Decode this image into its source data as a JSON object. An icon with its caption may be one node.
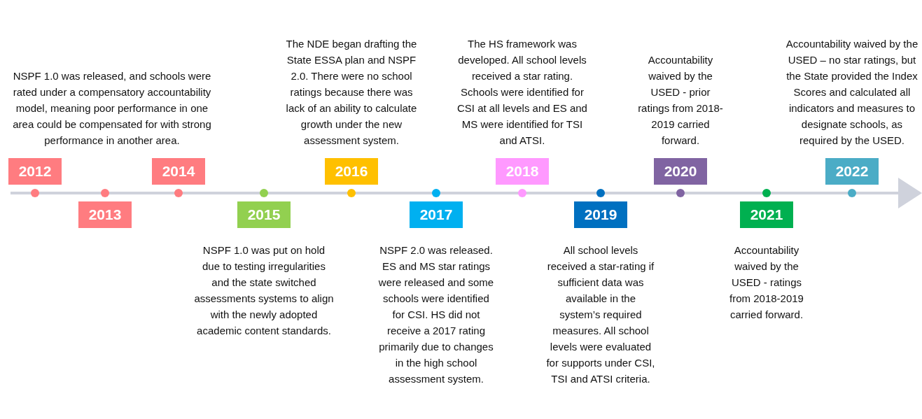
{
  "diagram": {
    "nodes": [
      {
        "text": [
          "2012"
        ],
        "beside": [
          "NSPF 1.0 was released, and schools were rated under a compensatory accountability model, meaning poor performance in one area could be compensated for with strong performance in another area."
        ]
      },
      {
        "text": [
          "2013"
        ]
      },
      {
        "text": [
          "2014"
        ]
      },
      {
        "text": [
          "2015"
        ],
        "beside": [
          "NSPF 1.0 was put on hold due to testing irregularities and the state switched assessments systems to align with the newly adopted academic content standards."
        ]
      },
      {
        "text": [
          "2016"
        ],
        "beside": [
          "The NDE began drafting the State ESSA plan and NSPF 2.0.  There were no school ratings because there was lack of an ability to calculate growth under the new assessment system."
        ]
      },
      {
        "text": [
          "2017"
        ],
        "beside": [
          "NSPF 2.0 was released. ES and MS star ratings were released and some schools were identified for CSI. HS did not receive a 2017 rating primarily due to changes in the high school assessment system."
        ]
      },
      {
        "text": [
          "2018"
        ],
        "beside": [
          "The HS framework was developed. All school levels received a star rating. Schools were identified for CSI at all levels and ES and MS were identified for TSI and ATSI."
        ]
      },
      {
        "text": [
          "2019"
        ],
        "beside": [
          "All school levels received a star-rating if sufficient data was available in the system’s required measures. All school levels were evaluated for supports under CSI, TSI and ATSI criteria."
        ]
      },
      {
        "text": [
          "2020"
        ],
        "beside": [
          "Accountability waived by the USED - prior ratings from 2018-2019 carried forward."
        ]
      },
      {
        "text": [
          "2021"
        ],
        "beside": [
          "Accountability waived by the USED - ratings from 2018-2019 carried forward."
        ]
      },
      {
        "text": [
          "2022"
        ],
        "beside": [
          "Accountability waived by the USED – no star ratings, but the State provided the Index Scores and calculated all indicators and measures to designate schools, as required by the USED."
        ]
      }
    ]
  }
}
